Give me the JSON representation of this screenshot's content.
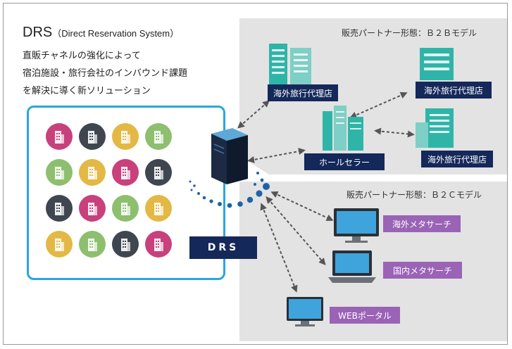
{
  "title": {
    "main": "DRS",
    "sub": "（Direct Reservation System）"
  },
  "description": [
    "直販チャネルの強化によって",
    "宿泊施設・旅行会社のインバウンド課題",
    "を解決に導く新ソリューション"
  ],
  "drs_label": "DRS",
  "b2b": {
    "title": "販売パートナー形態：Ｂ２Ｂモデル",
    "agencies": [
      "海外旅行代理店",
      "海外旅行代理店",
      "海外旅行代理店"
    ],
    "wholesaler": "ホールセラー"
  },
  "b2c": {
    "title": "販売パートナー形態：Ｂ２Ｃモデル",
    "channels": [
      "海外メタサーチ",
      "国内メタサーチ",
      "WEBポータル"
    ]
  },
  "colors": {
    "hotel_circles": [
      "#c8407c",
      "#3f4650",
      "#e3b844",
      "#8dbf6e",
      "#8dbf6e",
      "#e3b844",
      "#c8407c",
      "#3f4650",
      "#3f4650",
      "#c8407c",
      "#8dbf6e",
      "#e3b844",
      "#e3b844",
      "#8dbf6e",
      "#3f4650",
      "#c8407c"
    ],
    "accent_blue": "#2aa6df",
    "navy": "#15285a",
    "purple": "#9a63b6",
    "teal": "#2fb5a8"
  }
}
